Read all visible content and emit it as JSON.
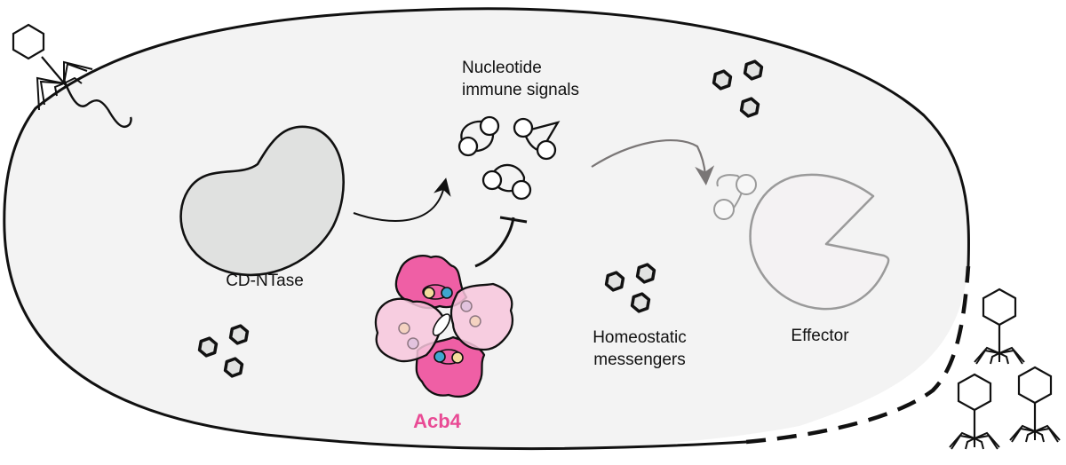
{
  "figure": {
    "title": "Acb4 sequestration of nucleotide immune signals",
    "labels": {
      "enzyme": "CD-NTase",
      "signals_line1": "Nucleotide",
      "signals_line2": "immune signals",
      "homeostatic_line1": "Homeostatic",
      "homeostatic_line2": "messengers",
      "effector": "Effector",
      "sponge": "Acb4"
    },
    "colors": {
      "cell_fill": "#f3f3f3",
      "outline": "#111111",
      "enzyme_fill": "#e0e1e0",
      "acb4_dark": "#ef5fa5",
      "acb4_light": "#f7c6dc",
      "effector_outline": "#9a9a9a",
      "arrow_gray": "#7a7676",
      "acb4_label": "#e94b95",
      "ligand_yellow": "#f3dc9c",
      "ligand_blue": "#3fa6cf"
    }
  }
}
